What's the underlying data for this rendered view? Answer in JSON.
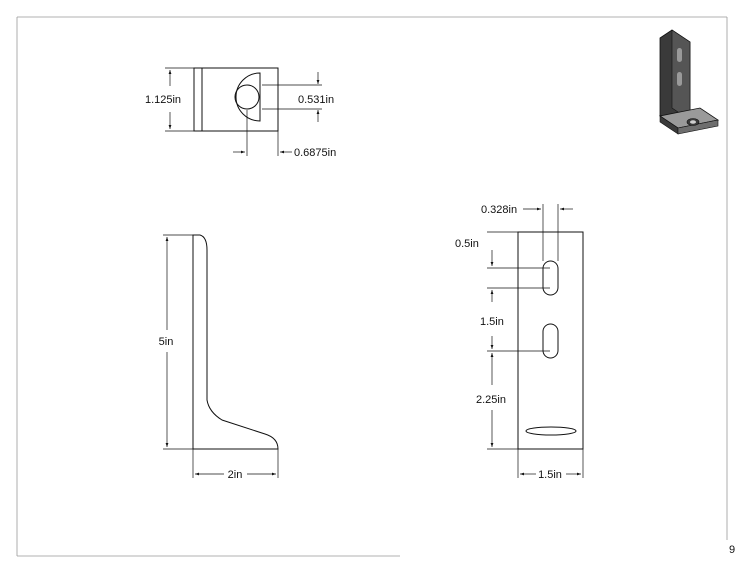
{
  "drawing": {
    "views": {
      "top": {
        "dim_height": "1.125in",
        "dim_hole_diameter": "0.531in",
        "dim_hole_offset": "0.6875in"
      },
      "side": {
        "dim_height": "5in",
        "dim_base_width": "2in"
      },
      "front": {
        "dim_slot_width": "0.328in",
        "dim_top_offset": "0.5in",
        "dim_slot_spacing": "1.5in",
        "dim_bottom_offset": "2.25in",
        "dim_width": "1.5in"
      },
      "iso": {
        "icon": "iso-bracket-icon"
      }
    },
    "colors": {
      "line": "#111111",
      "border": "#999999",
      "iso_dark": "#3a3a3a",
      "iso_mid": "#6e6e6e",
      "iso_light": "#9a9a9a"
    }
  }
}
